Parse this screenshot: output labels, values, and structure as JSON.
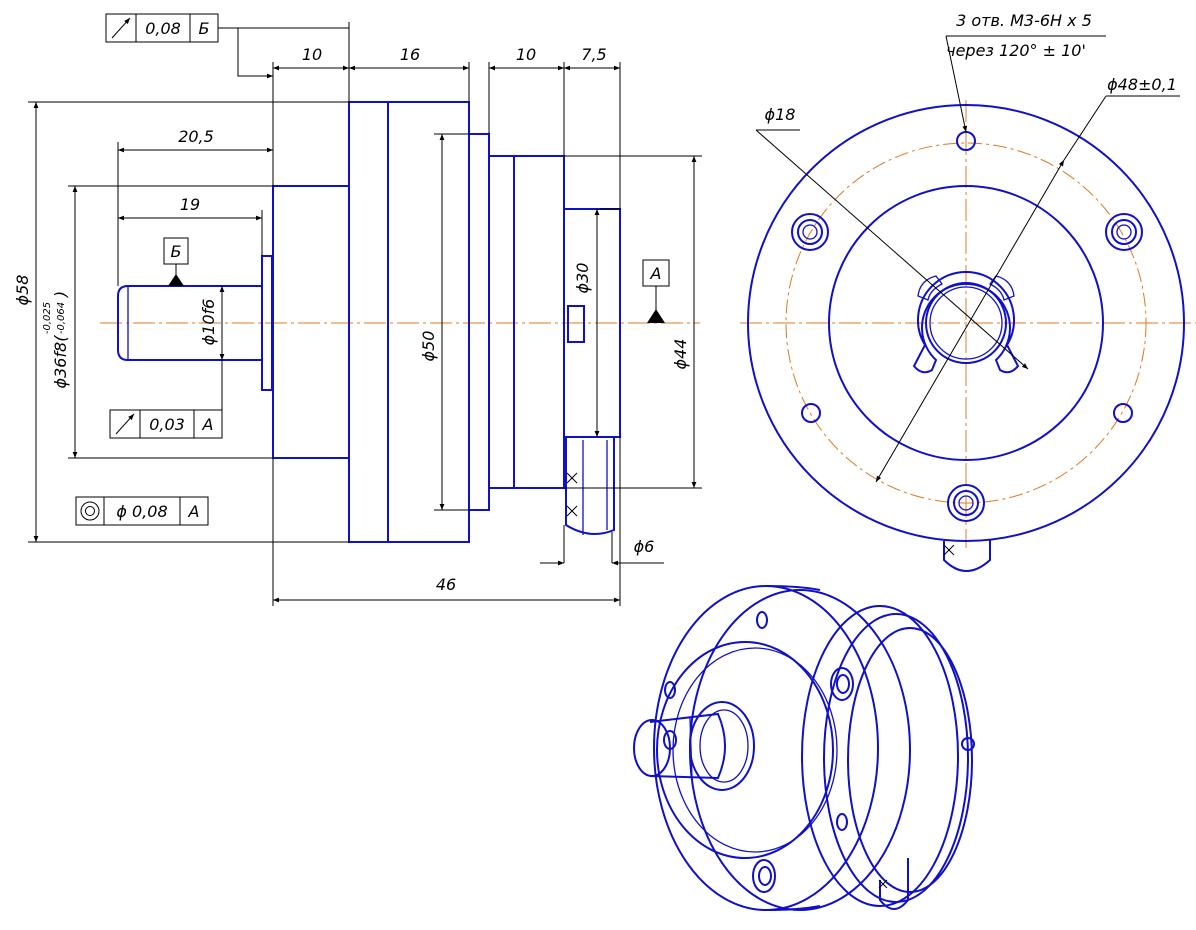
{
  "side_view": {
    "tolerance_frame_top": {
      "symbol": "runout",
      "value": "0,08",
      "datum": "Б"
    },
    "tolerance_frame_shaft": {
      "symbol": "runout",
      "value": "0,03",
      "datum": "А"
    },
    "tolerance_frame_concentric": {
      "symbol": "concentricity",
      "value": "ϕ 0,08",
      "datum": "А"
    },
    "datum_b": "Б",
    "datum_a": "А",
    "dims": {
      "d10a": "10",
      "d16": "16",
      "d10b": "10",
      "d75": "7,5",
      "d205": "20,5",
      "d19": "19",
      "d46": "46",
      "phi6": "ϕ6",
      "phi58": "ϕ58",
      "phi36": "ϕ36f8(",
      "phi36_upper": "-0,025",
      "phi36_lower": "-0,064",
      "phi36_close": ")",
      "phi10": "ϕ10f6",
      "phi50": "ϕ50",
      "phi30": "ϕ30",
      "phi44": "ϕ44"
    }
  },
  "front_view": {
    "holes_note_line1": "3 отв. М3-6Н x 5",
    "holes_note_line2": "через 120° ± 10'",
    "phi18": "ϕ18",
    "phi48": "ϕ48±0,1"
  },
  "colors": {
    "part": "#1010c8",
    "centerline": "#e07820",
    "dimension": "#000000"
  }
}
